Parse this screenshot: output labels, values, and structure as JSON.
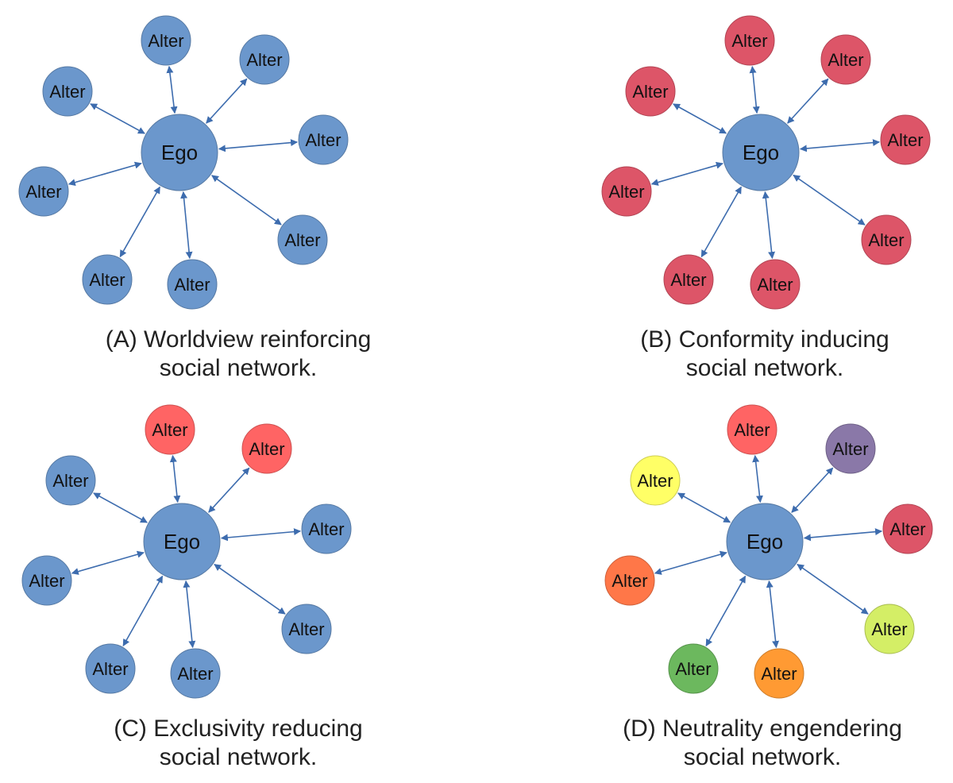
{
  "colors": {
    "blue": "#6b97cc",
    "crimson": "#dd5568",
    "red": "#ff6464",
    "purple": "#8a78a8",
    "yellow": "#ffff66",
    "orange_red": "#ff7748",
    "light_green": "#d4ee66",
    "green": "#6cb85e",
    "orange": "#ff9a33",
    "edge": "#3d6cae"
  },
  "panels": [
    {
      "id": "A",
      "caption_line1": "(A) Worldview reinforcing",
      "caption_line2": "social network.",
      "ego": {
        "label": "Ego",
        "color": "blue"
      },
      "alters": [
        {
          "label": "Alter",
          "color": "blue"
        },
        {
          "label": "Alter",
          "color": "blue"
        },
        {
          "label": "Alter",
          "color": "blue"
        },
        {
          "label": "Alter",
          "color": "blue"
        },
        {
          "label": "Alter",
          "color": "blue"
        },
        {
          "label": "Alter",
          "color": "blue"
        },
        {
          "label": "Alter",
          "color": "blue"
        },
        {
          "label": "Alter",
          "color": "blue"
        }
      ]
    },
    {
      "id": "B",
      "caption_line1": "(B) Conformity inducing",
      "caption_line2": "social network.",
      "ego": {
        "label": "Ego",
        "color": "blue"
      },
      "alters": [
        {
          "label": "Alter",
          "color": "crimson"
        },
        {
          "label": "Alter",
          "color": "crimson"
        },
        {
          "label": "Alter",
          "color": "crimson"
        },
        {
          "label": "Alter",
          "color": "crimson"
        },
        {
          "label": "Alter",
          "color": "crimson"
        },
        {
          "label": "Alter",
          "color": "crimson"
        },
        {
          "label": "Alter",
          "color": "crimson"
        },
        {
          "label": "Alter",
          "color": "crimson"
        }
      ]
    },
    {
      "id": "C",
      "caption_line1": "(C) Exclusivity reducing",
      "caption_line2": "social network.",
      "ego": {
        "label": "Ego",
        "color": "blue"
      },
      "alters": [
        {
          "label": "Alter",
          "color": "red"
        },
        {
          "label": "Alter",
          "color": "red"
        },
        {
          "label": "Alter",
          "color": "blue"
        },
        {
          "label": "Alter",
          "color": "blue"
        },
        {
          "label": "Alter",
          "color": "blue"
        },
        {
          "label": "Alter",
          "color": "blue"
        },
        {
          "label": "Alter",
          "color": "blue"
        },
        {
          "label": "Alter",
          "color": "blue"
        }
      ]
    },
    {
      "id": "D",
      "caption_line1": "(D) Neutrality engendering",
      "caption_line2": "social network.",
      "ego": {
        "label": "Ego",
        "color": "blue"
      },
      "alters": [
        {
          "label": "Alter",
          "color": "red"
        },
        {
          "label": "Alter",
          "color": "purple"
        },
        {
          "label": "Alter",
          "color": "crimson"
        },
        {
          "label": "Alter",
          "color": "light_green"
        },
        {
          "label": "Alter",
          "color": "orange"
        },
        {
          "label": "Alter",
          "color": "green"
        },
        {
          "label": "Alter",
          "color": "orange_red"
        },
        {
          "label": "Alter",
          "color": "yellow"
        }
      ]
    }
  ]
}
